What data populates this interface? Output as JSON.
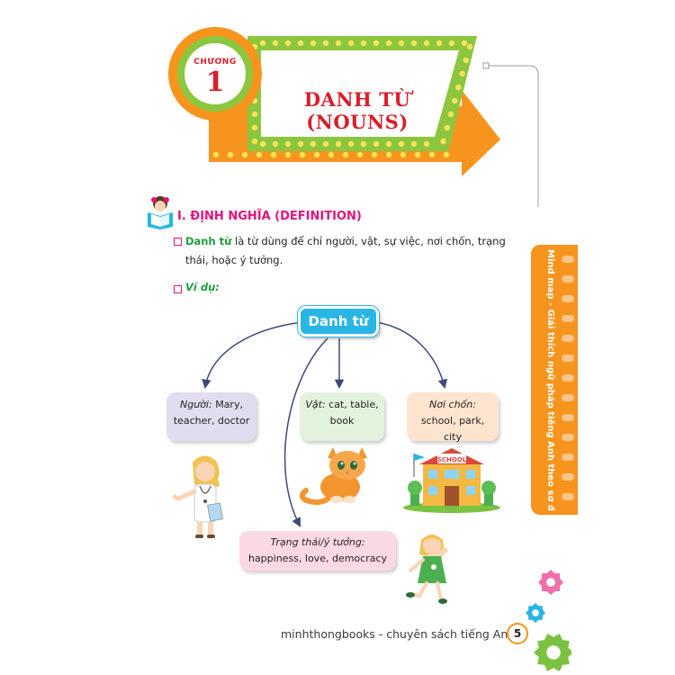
{
  "chapter": {
    "label": "CHƯƠNG",
    "number": "1",
    "title": "DANH TỪ (NOUNS)"
  },
  "side_tab": {
    "text": "Mind map - Giải thích ngữ pháp tiếng Anh theo sơ đồ tư duy"
  },
  "section": {
    "title": "I. ĐỊNH NGHĨA (DEFINITION)",
    "definition_term": "Danh từ",
    "definition_text": " là từ dùng để chỉ người, vật, sự việc, nơi chốn, trạng thái, hoặc ý tưởng.",
    "example_label": "Ví dụ:"
  },
  "mindmap": {
    "root": "Danh từ",
    "nodes": {
      "person": {
        "label": "Người:",
        "text": " Mary, teacher, doctor"
      },
      "thing": {
        "label": "Vật:",
        "text": " cat, table, book"
      },
      "place": {
        "label": "Nơi chốn:",
        "text": " school, park, city"
      },
      "state": {
        "label": "Trạng thái/ý tưởng:",
        "text": " happiness, love, democracy"
      }
    },
    "school_sign": "SCHOOL"
  },
  "footer": {
    "text": "minhthongbooks - chuyên sách tiếng Anh",
    "page": "5"
  },
  "colors": {
    "banner_green": "#8cc63f",
    "banner_orange": "#f7941d",
    "title_red": "#d81e2a",
    "section_pink": "#e5127d",
    "term_green": "#1f9c3d",
    "root_blue": "#29b6e5",
    "arrow_navy": "#3b4a7a"
  }
}
